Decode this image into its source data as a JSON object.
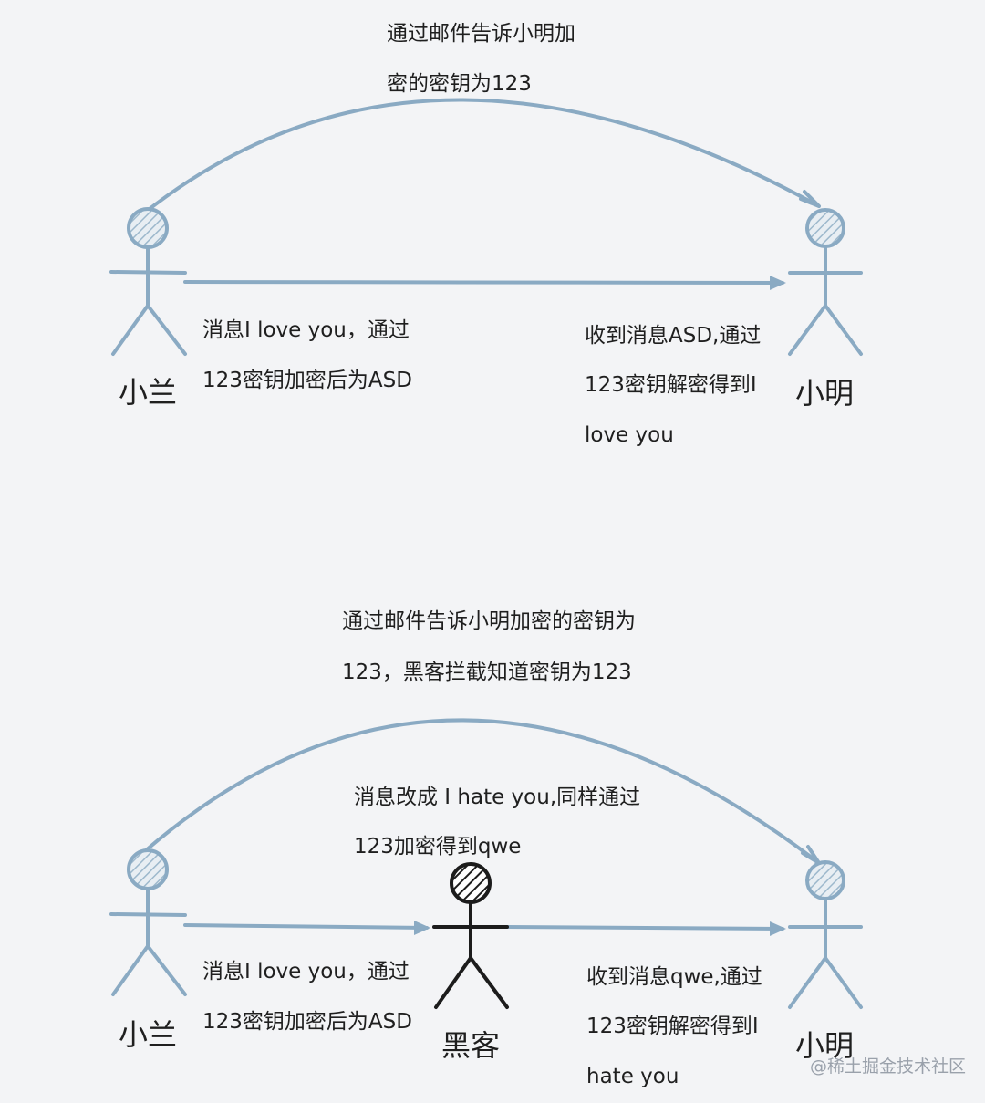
{
  "top": {
    "mail_note": [
      "通过邮件告诉小明加",
      "密的密钥为123"
    ],
    "left_note": [
      "消息I love you，通过",
      "123密钥加密后为ASD"
    ],
    "right_note": [
      "收到消息ASD,通过",
      "123密钥解密得到I",
      "love you"
    ],
    "sender": "小兰",
    "receiver": "小明"
  },
  "bottom": {
    "mail_note": [
      "通过邮件告诉小明加密的密钥为",
      "123，黑客拦截知道密钥为123"
    ],
    "hacker_note": [
      "消息改成 I hate you,同样通过",
      "123加密得到qwe"
    ],
    "left_note": [
      "消息I love you，通过",
      "123密钥加密后为ASD"
    ],
    "right_note": [
      "收到消息qwe,通过",
      "123密钥解密得到I",
      "hate you"
    ],
    "sender": "小兰",
    "hacker": "黑客",
    "receiver": "小明"
  },
  "watermark": "@稀土掘金技术社区",
  "colors": {
    "person": "#8aaac3",
    "hacker": "#1c1c1c",
    "background": "#f3f4f6"
  }
}
